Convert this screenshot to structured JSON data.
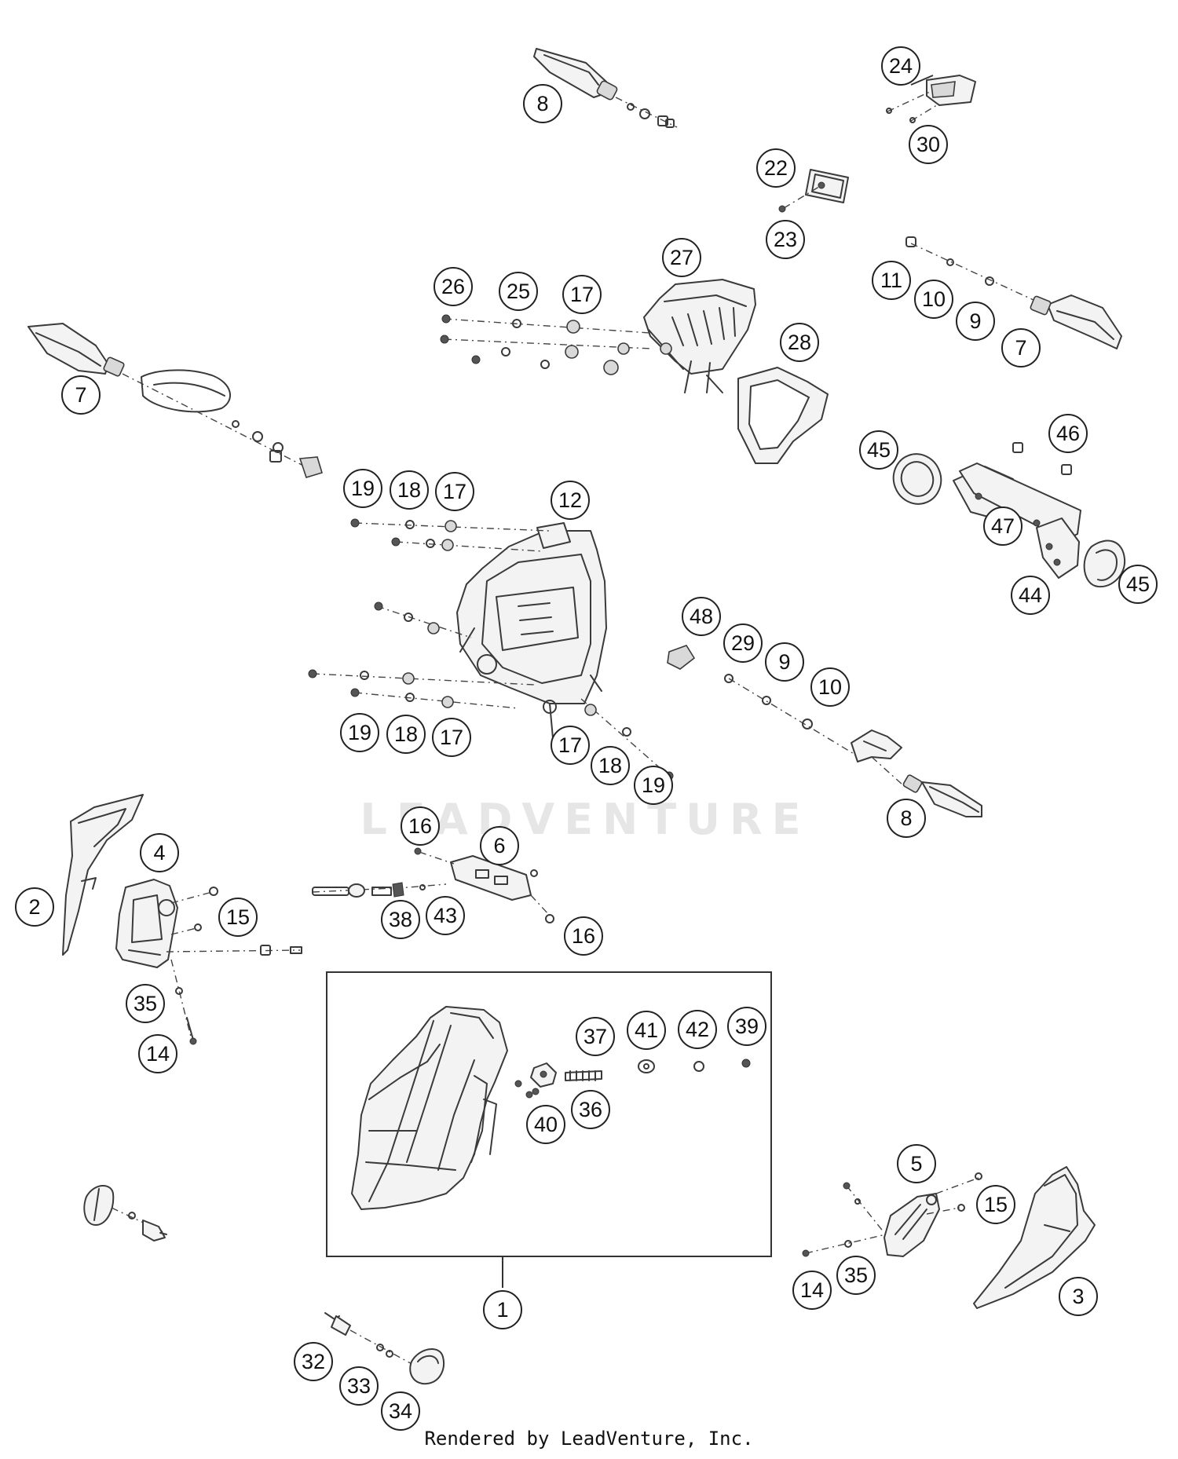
{
  "watermark": "LEADVENTURE",
  "credit": "Rendered by LeadVenture, Inc.",
  "callouts": [
    "8",
    "24",
    "30",
    "22",
    "23",
    "27",
    "26",
    "25",
    "17",
    "11",
    "10",
    "9",
    "7",
    "28",
    "7",
    "45",
    "46",
    "47",
    "45",
    "44",
    "19",
    "18",
    "17",
    "12",
    "48",
    "29",
    "9",
    "10",
    "19",
    "18",
    "17",
    "17",
    "18",
    "19",
    "8",
    "16",
    "6",
    "4",
    "2",
    "15",
    "38",
    "43",
    "16",
    "35",
    "14",
    "37",
    "41",
    "42",
    "39",
    "36",
    "40",
    "5",
    "15",
    "14",
    "35",
    "3",
    "1",
    "32",
    "33",
    "34"
  ]
}
